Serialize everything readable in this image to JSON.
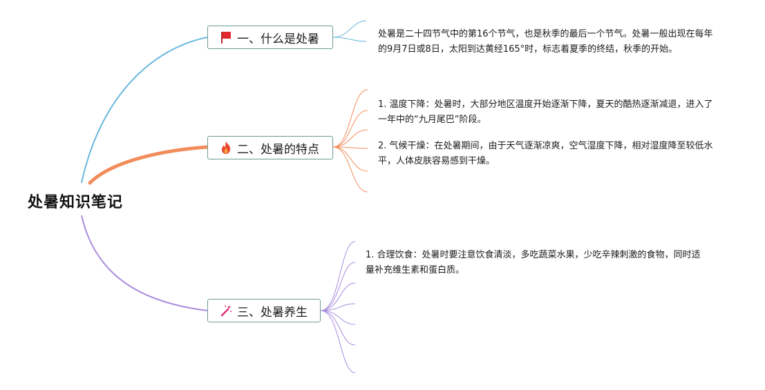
{
  "mindmap": {
    "root": {
      "title": "处暑知识笔记"
    },
    "branches": [
      {
        "label": "一、什么是处暑",
        "icon": "red-flag-icon",
        "color": "#6ab7dd",
        "notes": [
          "处暑是二十四节气中的第16个节气，也是秋季的最后一个节气。处暑一般出现在每年的9月7日或8日，太阳到达黄经165°时，标志着夏季的终结，秋季的开始。"
        ]
      },
      {
        "label": "二、处暑的特点",
        "icon": "fire-icon",
        "color": "#f28c5a",
        "notes": [
          "1. 温度下降：处暑时，大部分地区温度开始逐渐下降，夏天的酷热逐渐减退，进入了一年中的“九月尾巴”阶段。",
          "2. 气候干燥：在处暑期间，由于天气逐渐凉爽，空气湿度下降，相对湿度降至较低水平，人体皮肤容易感到干燥。"
        ]
      },
      {
        "label": "三、处暑养生",
        "icon": "magic-wand-icon",
        "color": "#a98bdc",
        "notes": [
          "1. 合理饮食：处暑时要注意饮食清淡，多吃蔬菜水果，少吃辛辣刺激的食物，同时适量补充维生素和蛋白质。"
        ]
      }
    ]
  }
}
